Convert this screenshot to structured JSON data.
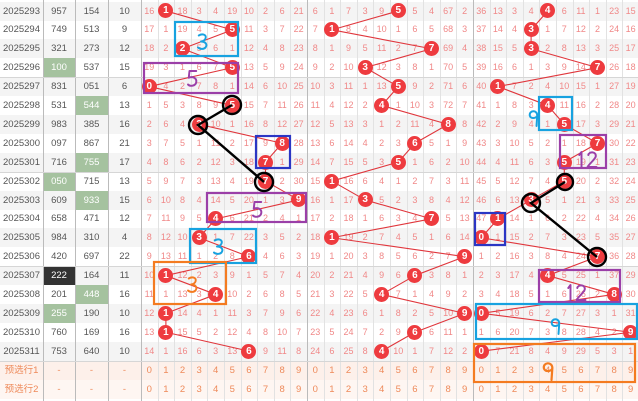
{
  "rows": [
    {
      "issue": "2025293",
      "n1": "957",
      "n2": "154",
      "sum": "10",
      "p1": [
        16,
        null,
        18,
        3,
        4,
        19,
        10,
        2,
        6,
        21
      ],
      "p2": [
        6,
        1,
        7,
        3,
        9,
        null,
        5,
        4,
        67,
        2
      ],
      "p3": [
        36,
        13,
        3,
        4,
        null,
        6,
        11,
        1,
        23,
        15
      ]
    },
    {
      "issue": "2025294",
      "n1": "749",
      "n2": "513",
      "sum": "9",
      "p1": [
        17,
        1,
        19,
        4,
        5,
        null,
        11,
        3,
        7,
        22
      ],
      "p2": [
        7,
        null,
        8,
        4,
        10,
        1,
        6,
        5,
        68,
        3
      ],
      "p3": [
        37,
        14,
        4,
        null,
        1,
        7,
        12,
        2,
        24,
        16
      ]
    },
    {
      "issue": "2025295",
      "n1": "321",
      "n2": "273",
      "sum": "12",
      "p1": [
        18,
        2,
        null,
        5,
        6,
        1,
        12,
        4,
        8,
        23
      ],
      "p2": [
        8,
        1,
        9,
        5,
        11,
        2,
        7,
        null,
        69,
        4
      ],
      "p3": [
        38,
        15,
        5,
        null,
        2,
        8,
        13,
        3,
        25,
        17
      ]
    },
    {
      "issue": "2025296",
      "n1": "100",
      "n2": "537",
      "sum": "15",
      "hl1": "green",
      "p1": [
        19,
        3,
        1,
        6,
        7,
        null,
        13,
        5,
        9,
        24
      ],
      "p2": [
        9,
        2,
        10,
        null,
        12,
        3,
        8,
        1,
        70,
        5
      ],
      "p3": [
        39,
        16,
        6,
        1,
        3,
        9,
        14,
        null,
        26,
        18
      ]
    },
    {
      "issue": "2025297",
      "n1": "831",
      "n2": "051",
      "sum": "6",
      "p1": [
        null,
        4,
        2,
        7,
        8,
        1,
        14,
        6,
        10,
        25
      ],
      "p2": [
        10,
        3,
        11,
        1,
        13,
        null,
        9,
        2,
        71,
        6
      ],
      "p3": [
        40,
        null,
        7,
        2,
        4,
        10,
        15,
        1,
        27,
        19
      ]
    },
    {
      "issue": "2025298",
      "n1": "531",
      "n2": "544",
      "sum": "13",
      "hl2": "green",
      "p1": [
        1,
        5,
        3,
        8,
        9,
        null,
        15,
        7,
        11,
        26
      ],
      "p2": [
        11,
        4,
        12,
        2,
        null,
        1,
        10,
        3,
        72,
        7
      ],
      "p3": [
        41,
        1,
        8,
        3,
        null,
        11,
        16,
        2,
        28,
        20
      ]
    },
    {
      "issue": "2025299",
      "n1": "983",
      "n2": "385",
      "sum": "16",
      "p1": [
        2,
        6,
        4,
        null,
        10,
        1,
        16,
        8,
        12,
        27
      ],
      "p2": [
        12,
        5,
        13,
        3,
        1,
        2,
        11,
        4,
        null,
        8
      ],
      "p3": [
        42,
        2,
        9,
        4,
        1,
        null,
        17,
        3,
        29,
        21
      ]
    },
    {
      "issue": "2025300",
      "n1": "097",
      "n2": "867",
      "sum": "21",
      "p1": [
        3,
        7,
        5,
        1,
        11,
        2,
        17,
        9,
        null,
        28
      ],
      "p2": [
        13,
        6,
        14,
        4,
        2,
        3,
        null,
        5,
        1,
        9
      ],
      "p3": [
        43,
        3,
        10,
        5,
        2,
        1,
        18,
        null,
        30,
        22
      ]
    },
    {
      "issue": "2025301",
      "n1": "716",
      "n2": "755",
      "sum": "17",
      "hl2": "green",
      "p1": [
        4,
        8,
        6,
        2,
        12,
        3,
        18,
        null,
        1,
        29
      ],
      "p2": [
        14,
        7,
        15,
        5,
        3,
        null,
        1,
        6,
        2,
        10
      ],
      "p3": [
        44,
        4,
        11,
        6,
        3,
        null,
        19,
        1,
        31,
        23
      ]
    },
    {
      "issue": "2025302",
      "n1": "050",
      "n2": "715",
      "sum": "13",
      "hl1": "green",
      "p1": [
        5,
        9,
        7,
        3,
        13,
        4,
        19,
        null,
        2,
        30
      ],
      "p2": [
        15,
        null,
        16,
        6,
        4,
        1,
        2,
        7,
        3,
        11
      ],
      "p3": [
        45,
        5,
        12,
        7,
        4,
        null,
        20,
        2,
        32,
        24
      ]
    },
    {
      "issue": "2025303",
      "n1": "609",
      "n2": "933",
      "sum": "15",
      "hl2": "green",
      "p1": [
        6,
        10,
        8,
        4,
        14,
        5,
        20,
        1,
        3,
        null
      ],
      "p2": [
        16,
        1,
        17,
        null,
        5,
        2,
        3,
        8,
        4,
        12
      ],
      "p3": [
        46,
        6,
        13,
        null,
        5,
        1,
        21,
        3,
        33,
        25
      ]
    },
    {
      "issue": "2025304",
      "n1": "658",
      "n2": "471",
      "sum": "12",
      "p1": [
        7,
        11,
        9,
        5,
        null,
        6,
        21,
        2,
        4,
        1
      ],
      "p2": [
        17,
        2,
        18,
        1,
        6,
        3,
        4,
        null,
        5,
        13
      ],
      "p3": [
        47,
        null,
        14,
        1,
        6,
        2,
        22,
        4,
        34,
        26
      ]
    },
    {
      "issue": "2025305",
      "n1": "984",
      "n2": "310",
      "sum": "4",
      "p1": [
        8,
        12,
        10,
        null,
        1,
        7,
        22,
        3,
        5,
        2
      ],
      "p2": [
        18,
        null,
        19,
        2,
        7,
        4,
        5,
        1,
        6,
        14
      ],
      "p3": [
        null,
        1,
        15,
        2,
        7,
        3,
        23,
        5,
        35,
        27
      ]
    },
    {
      "issue": "2025306",
      "n1": "420",
      "n2": "697",
      "sum": "22",
      "p1": [
        9,
        13,
        11,
        1,
        2,
        8,
        null,
        4,
        6,
        3
      ],
      "p2": [
        19,
        1,
        20,
        3,
        8,
        5,
        6,
        2,
        7,
        null
      ],
      "p3": [
        1,
        2,
        16,
        3,
        8,
        4,
        24,
        null,
        36,
        28
      ]
    },
    {
      "issue": "2025307",
      "n1": "222",
      "n2": "164",
      "sum": "11",
      "hl1": "dark",
      "p1": [
        10,
        null,
        12,
        2,
        3,
        9,
        1,
        5,
        7,
        4
      ],
      "p2": [
        20,
        2,
        21,
        4,
        9,
        6,
        null,
        3,
        8,
        1
      ],
      "p3": [
        2,
        3,
        17,
        4,
        null,
        5,
        25,
        1,
        37,
        29
      ]
    },
    {
      "issue": "2025308",
      "n1": "201",
      "n2": "448",
      "sum": "16",
      "hl2": "green",
      "p1": [
        11,
        1,
        13,
        3,
        null,
        10,
        2,
        6,
        8,
        5
      ],
      "p2": [
        21,
        3,
        22,
        5,
        null,
        7,
        1,
        4,
        9,
        2
      ],
      "p3": [
        3,
        4,
        18,
        5,
        1,
        6,
        26,
        2,
        null,
        30
      ]
    },
    {
      "issue": "2025309",
      "n1": "255",
      "n2": "190",
      "sum": "10",
      "hl1": "green",
      "p1": [
        12,
        null,
        14,
        4,
        1,
        11,
        3,
        7,
        9,
        6
      ],
      "p2": [
        22,
        4,
        23,
        6,
        1,
        8,
        2,
        5,
        10,
        null
      ],
      "p3": [
        null,
        5,
        19,
        6,
        2,
        7,
        27,
        3,
        1,
        31
      ]
    },
    {
      "issue": "2025310",
      "n1": "760",
      "n2": "169",
      "sum": "16",
      "p1": [
        13,
        null,
        15,
        5,
        2,
        12,
        4,
        8,
        10,
        7
      ],
      "p2": [
        23,
        5,
        24,
        7,
        2,
        9,
        null,
        6,
        11,
        1
      ],
      "p3": [
        1,
        6,
        20,
        7,
        3,
        8,
        28,
        4,
        2,
        null
      ]
    },
    {
      "issue": "2025311",
      "n1": "753",
      "n2": "640",
      "sum": "10",
      "p1": [
        14,
        1,
        16,
        6,
        3,
        13,
        null,
        9,
        11,
        8
      ],
      "p2": [
        24,
        6,
        25,
        8,
        null,
        10,
        1,
        7,
        12,
        2
      ],
      "p3": [
        null,
        7,
        21,
        8,
        4,
        9,
        29,
        5,
        3,
        1
      ]
    }
  ],
  "preselect": [
    {
      "label": "预选行1",
      "dash": "-",
      "digits": [
        "0",
        "1",
        "2",
        "3",
        "4",
        "5",
        "6",
        "7",
        "8",
        "9"
      ]
    },
    {
      "label": "预选行2",
      "dash": "-",
      "digits": [
        "0",
        "1",
        "2",
        "3",
        "4",
        "5",
        "6",
        "7",
        "8",
        "9"
      ]
    }
  ],
  "annotations": [
    "3",
    "5",
    "5",
    "3",
    "3",
    "9",
    "12",
    "12",
    "9",
    "9"
  ],
  "colors": {
    "ball": "#ee3b3f",
    "line": "#e0363c",
    "green": "#a5c29f",
    "dark": "#333333"
  }
}
